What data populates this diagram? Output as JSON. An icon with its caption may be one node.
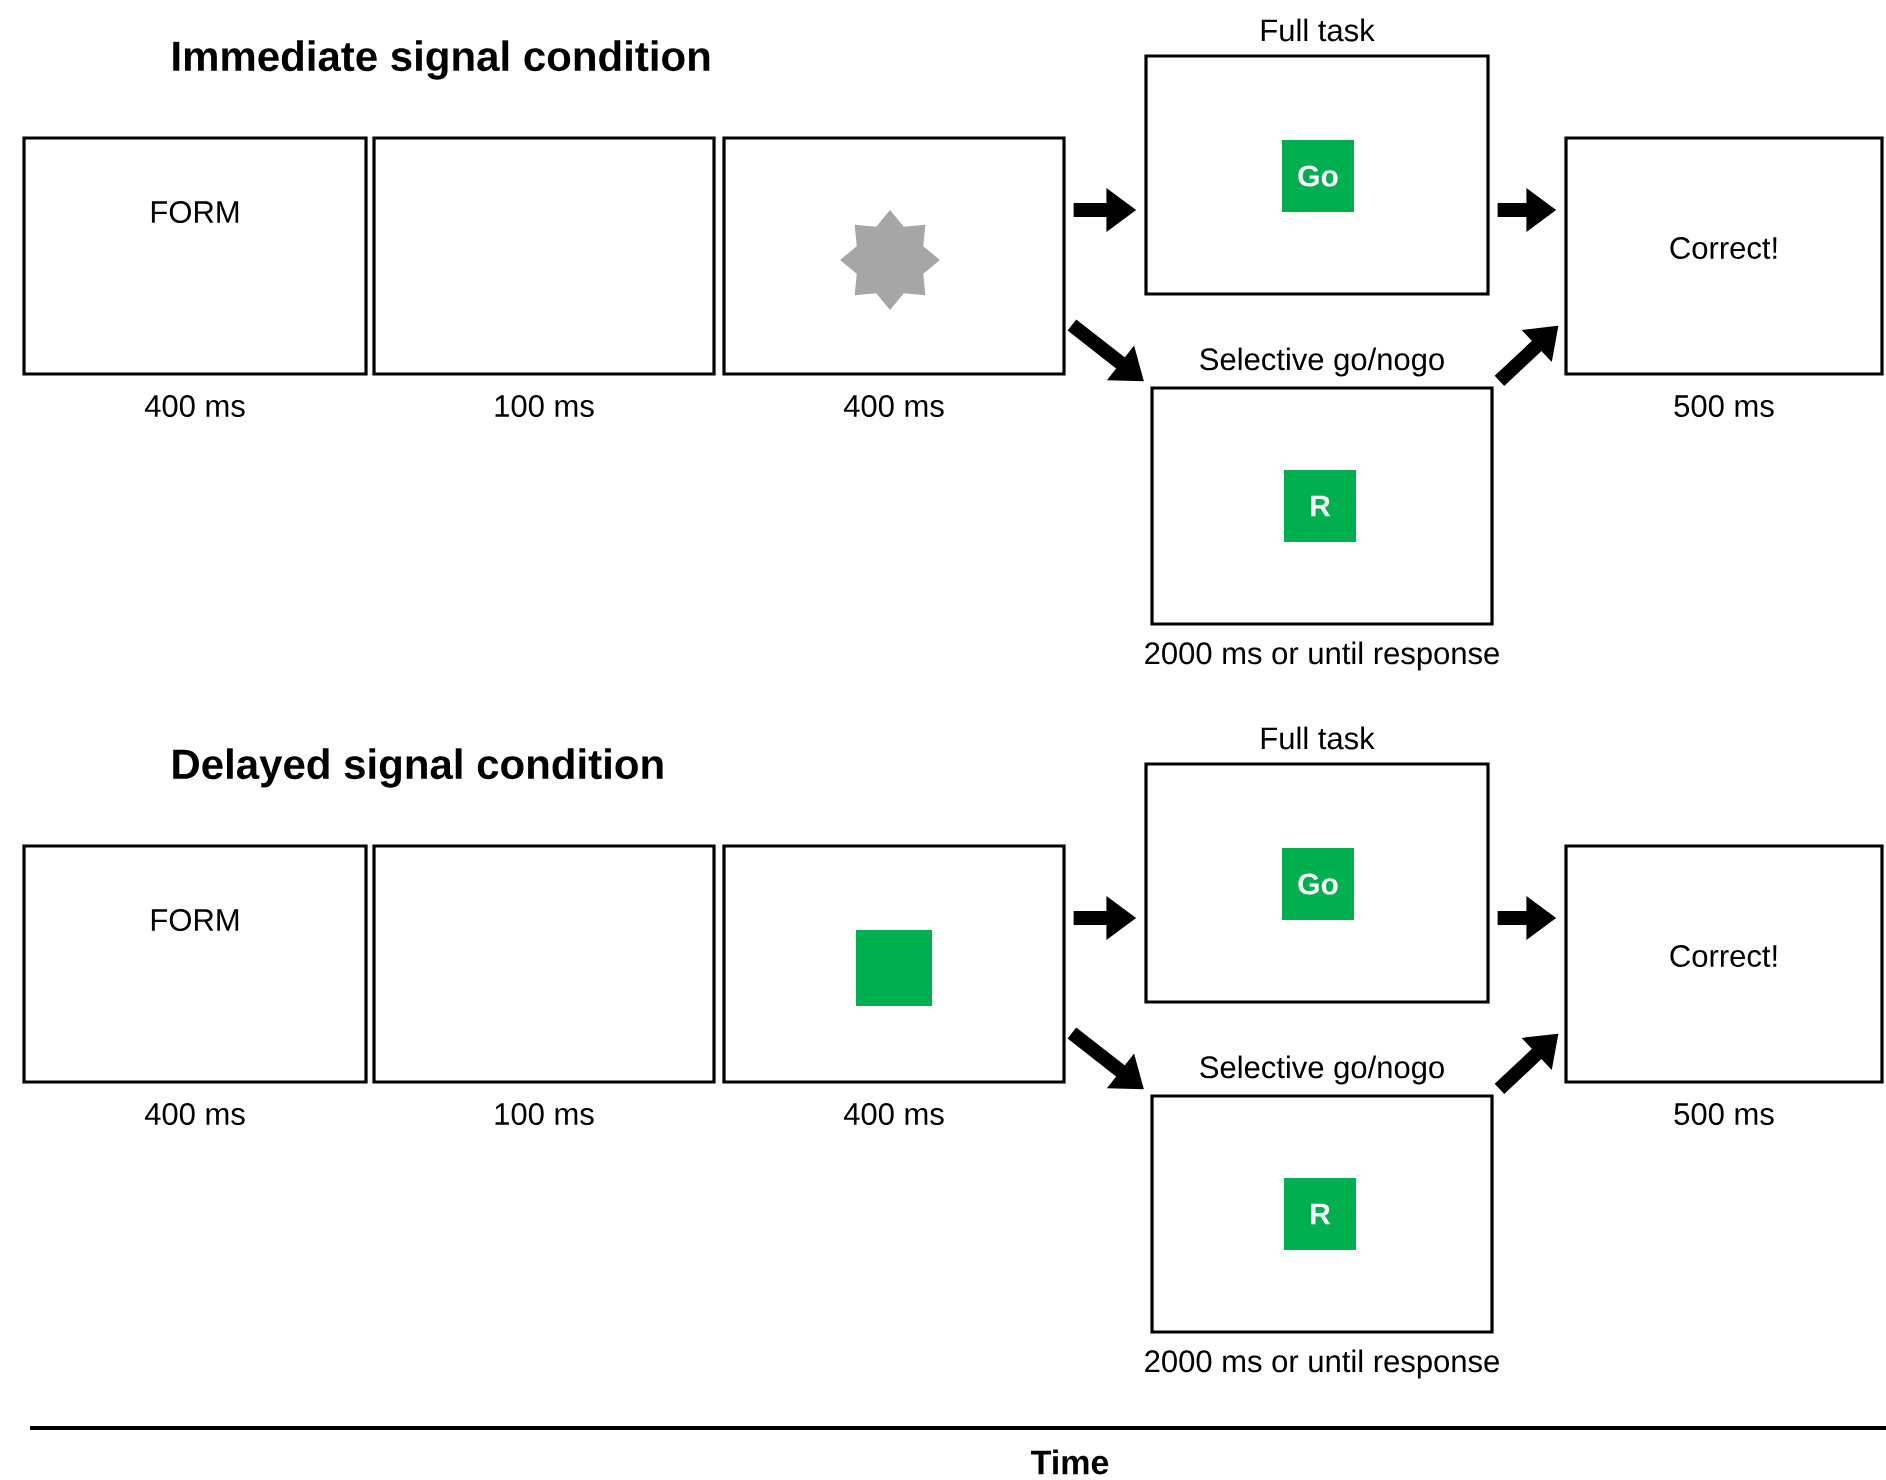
{
  "diagram": {
    "nodes": [
      {
        "text": [
          "FORM"
        ],
        "beside": [
          "400 ms"
        ]
      },
      {
        "text": [],
        "shape": "box",
        "beside": [
          "100 ms"
        ]
      },
      {
        "text": [],
        "shape": "box",
        "beside": [
          "400 ms"
        ]
      },
      {
        "text": [
          "Full task"
        ]
      },
      {
        "text": [
          "Go"
        ],
        "in": 3
      },
      {
        "text": [
          "Selective go/nogo"
        ],
        "beside": [
          "2000 ms or until response"
        ]
      },
      {
        "text": [
          "R"
        ],
        "in": 5
      },
      {
        "text": [
          "Correct!"
        ],
        "beside": [
          "500 ms"
        ]
      },
      {
        "text": [
          "FORM"
        ],
        "beside": [
          "400 ms"
        ]
      },
      {
        "text": [],
        "shape": "box",
        "beside": [
          "100 ms"
        ]
      },
      {
        "text": [],
        "shape": "box",
        "beside": [
          "400 ms"
        ]
      },
      {
        "text": [
          "Full task"
        ]
      },
      {
        "text": [
          "Go"
        ],
        "in": 11
      },
      {
        "text": [
          "Selective go/nogo"
        ],
        "beside": [
          "2000 ms or until response"
        ]
      },
      {
        "text": [
          "R"
        ],
        "in": 13
      },
      {
        "text": [
          "Correct!"
        ],
        "beside": [
          "500 ms"
        ]
      }
    ],
    "edges": [
      {
        "from": 2,
        "to": 3,
        "arrow": "to"
      },
      {
        "from": 2,
        "to": 5,
        "arrow": "to"
      },
      {
        "from": 3,
        "to": 7,
        "arrow": "to"
      },
      {
        "from": 5,
        "to": 7,
        "arrow": "to"
      },
      {
        "from": 10,
        "to": 11,
        "arrow": "to"
      },
      {
        "from": 10,
        "to": 13,
        "arrow": "to"
      },
      {
        "from": 11,
        "to": 15,
        "arrow": "to"
      },
      {
        "from": 13,
        "to": 15,
        "arrow": "to"
      }
    ],
    "labels": [
      "Immediate signal condition",
      "Delayed signal condition",
      "Time"
    ]
  }
}
